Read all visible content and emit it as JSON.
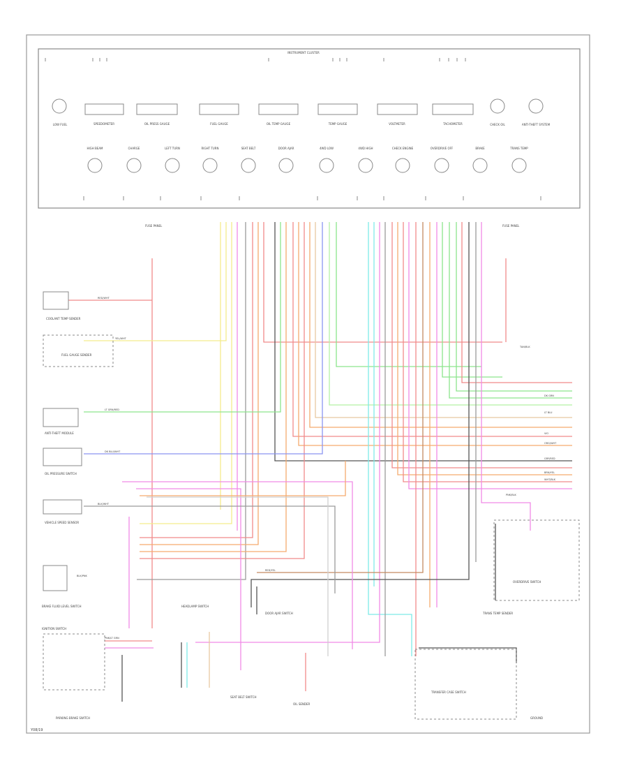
{
  "cluster": {
    "title": "INSTRUMENT CLUSTER",
    "gauges": [
      {
        "id": "speedometer",
        "label": "SPEEDOMETER"
      },
      {
        "id": "oil-press-gauge",
        "label": "OIL PRESS GAUGE"
      },
      {
        "id": "fuel-gauge",
        "label": "FUEL GAUGE"
      },
      {
        "id": "oil-temp-gauge",
        "label": "OIL TEMP GAUGE"
      },
      {
        "id": "temp-gauge",
        "label": "TEMP GAUGE"
      },
      {
        "id": "voltmeter",
        "label": "VOLTMETER"
      },
      {
        "id": "tachometer",
        "label": "TACHOMETER"
      }
    ],
    "top_indicators": [
      {
        "id": "low-fuel",
        "label": "LOW FUEL"
      },
      {
        "id": "check-oil",
        "label": "CHECK OIL"
      },
      {
        "id": "anti-theft",
        "label": "ANTI-THEFT SYSTEM"
      }
    ],
    "bottom_indicators": [
      {
        "id": "high-beam",
        "label": "HIGH BEAM"
      },
      {
        "id": "charge",
        "label": "CHARGE"
      },
      {
        "id": "left-turn",
        "label": "LEFT TURN"
      },
      {
        "id": "right-turn",
        "label": "RIGHT TURN"
      },
      {
        "id": "seat-belt",
        "label": "SEAT BELT"
      },
      {
        "id": "door-ajar",
        "label": "DOOR AJAR"
      },
      {
        "id": "4wd-low",
        "label": "4WD LOW"
      },
      {
        "id": "4wd-high",
        "label": "4WD HIGH"
      },
      {
        "id": "check-engine",
        "label": "CHECK ENGINE"
      },
      {
        "id": "overdrive-off",
        "label": "OVERDRIVE OFF"
      },
      {
        "id": "brake",
        "label": "BRAKE"
      },
      {
        "id": "trans-temp",
        "label": "TRANS TEMP"
      }
    ]
  },
  "components": {
    "coolant_temp_sensor": "COOLANT TEMP SENDER",
    "fuel_gauge_sender": "FUEL GAUGE SENDER",
    "anti_theft_module": "ANTI-THEFT MODULE",
    "oil_pressure_switch": "OIL PRESSURE SWITCH",
    "speed_sensor": "VEHICLE SPEED SENSOR",
    "brake_switch": "BRAKE FLUID LEVEL SWITCH",
    "parking_brake": "PARKING BRAKE SWITCH",
    "headlamp_switch": "HEADLAMP SWITCH",
    "ignition_switch": "IGNITION SWITCH",
    "fuse_panel_left": "FUSE PANEL",
    "fuse_panel_right": "FUSE PANEL",
    "oil_sender": "OIL SENDER",
    "seat_belt_switch": "SEAT BELT SWITCH",
    "door_ajar_switch": "DOOR AJAR SWITCH",
    "transfer_case_switch": "TRANSFER CASE SWITCH",
    "overdrive_switch": "OVERDRIVE SWITCH",
    "trans_temp_sender": "TRANS TEMP SENDER",
    "ground": "GROUND"
  },
  "wire_labels": {
    "red_wht": "RED/WHT",
    "yel_wht": "YEL/WHT",
    "lt_grn_red": "LT GRN/RED",
    "dk_blu_wht": "DK BLU/WHT",
    "blk_wht": "BLK/WHT",
    "tan_blk": "TAN/BLK",
    "pnk_blk": "PNK/BLK",
    "dk_grn": "DK GRN",
    "lt_blu": "LT BLU",
    "org_wht": "ORG/WHT",
    "vio": "VIO",
    "gry_red": "GRY/RED",
    "brn_yel": "BRN/YEL",
    "wht_blk": "WHT/BLK",
    "red_yel": "RED/YEL",
    "blk_pnk": "BLK/PNK",
    "pnk_lt_grn": "PNK/LT GRN"
  },
  "colors": {
    "red": "#f08a8a",
    "pink": "#f08ae6",
    "yellow": "#f3ec8c",
    "green": "#8ce58c",
    "lightgreen": "#b5f0a5",
    "blue": "#8a95f0",
    "cyan": "#7eeae8",
    "orange": "#f5ab6e",
    "gray": "#9a9a9a",
    "darkgray": "#555555",
    "brown": "#c48a60",
    "tan": "#e8c8a0",
    "lightgray": "#cfcfcf"
  },
  "footer_code": "Y08/19"
}
